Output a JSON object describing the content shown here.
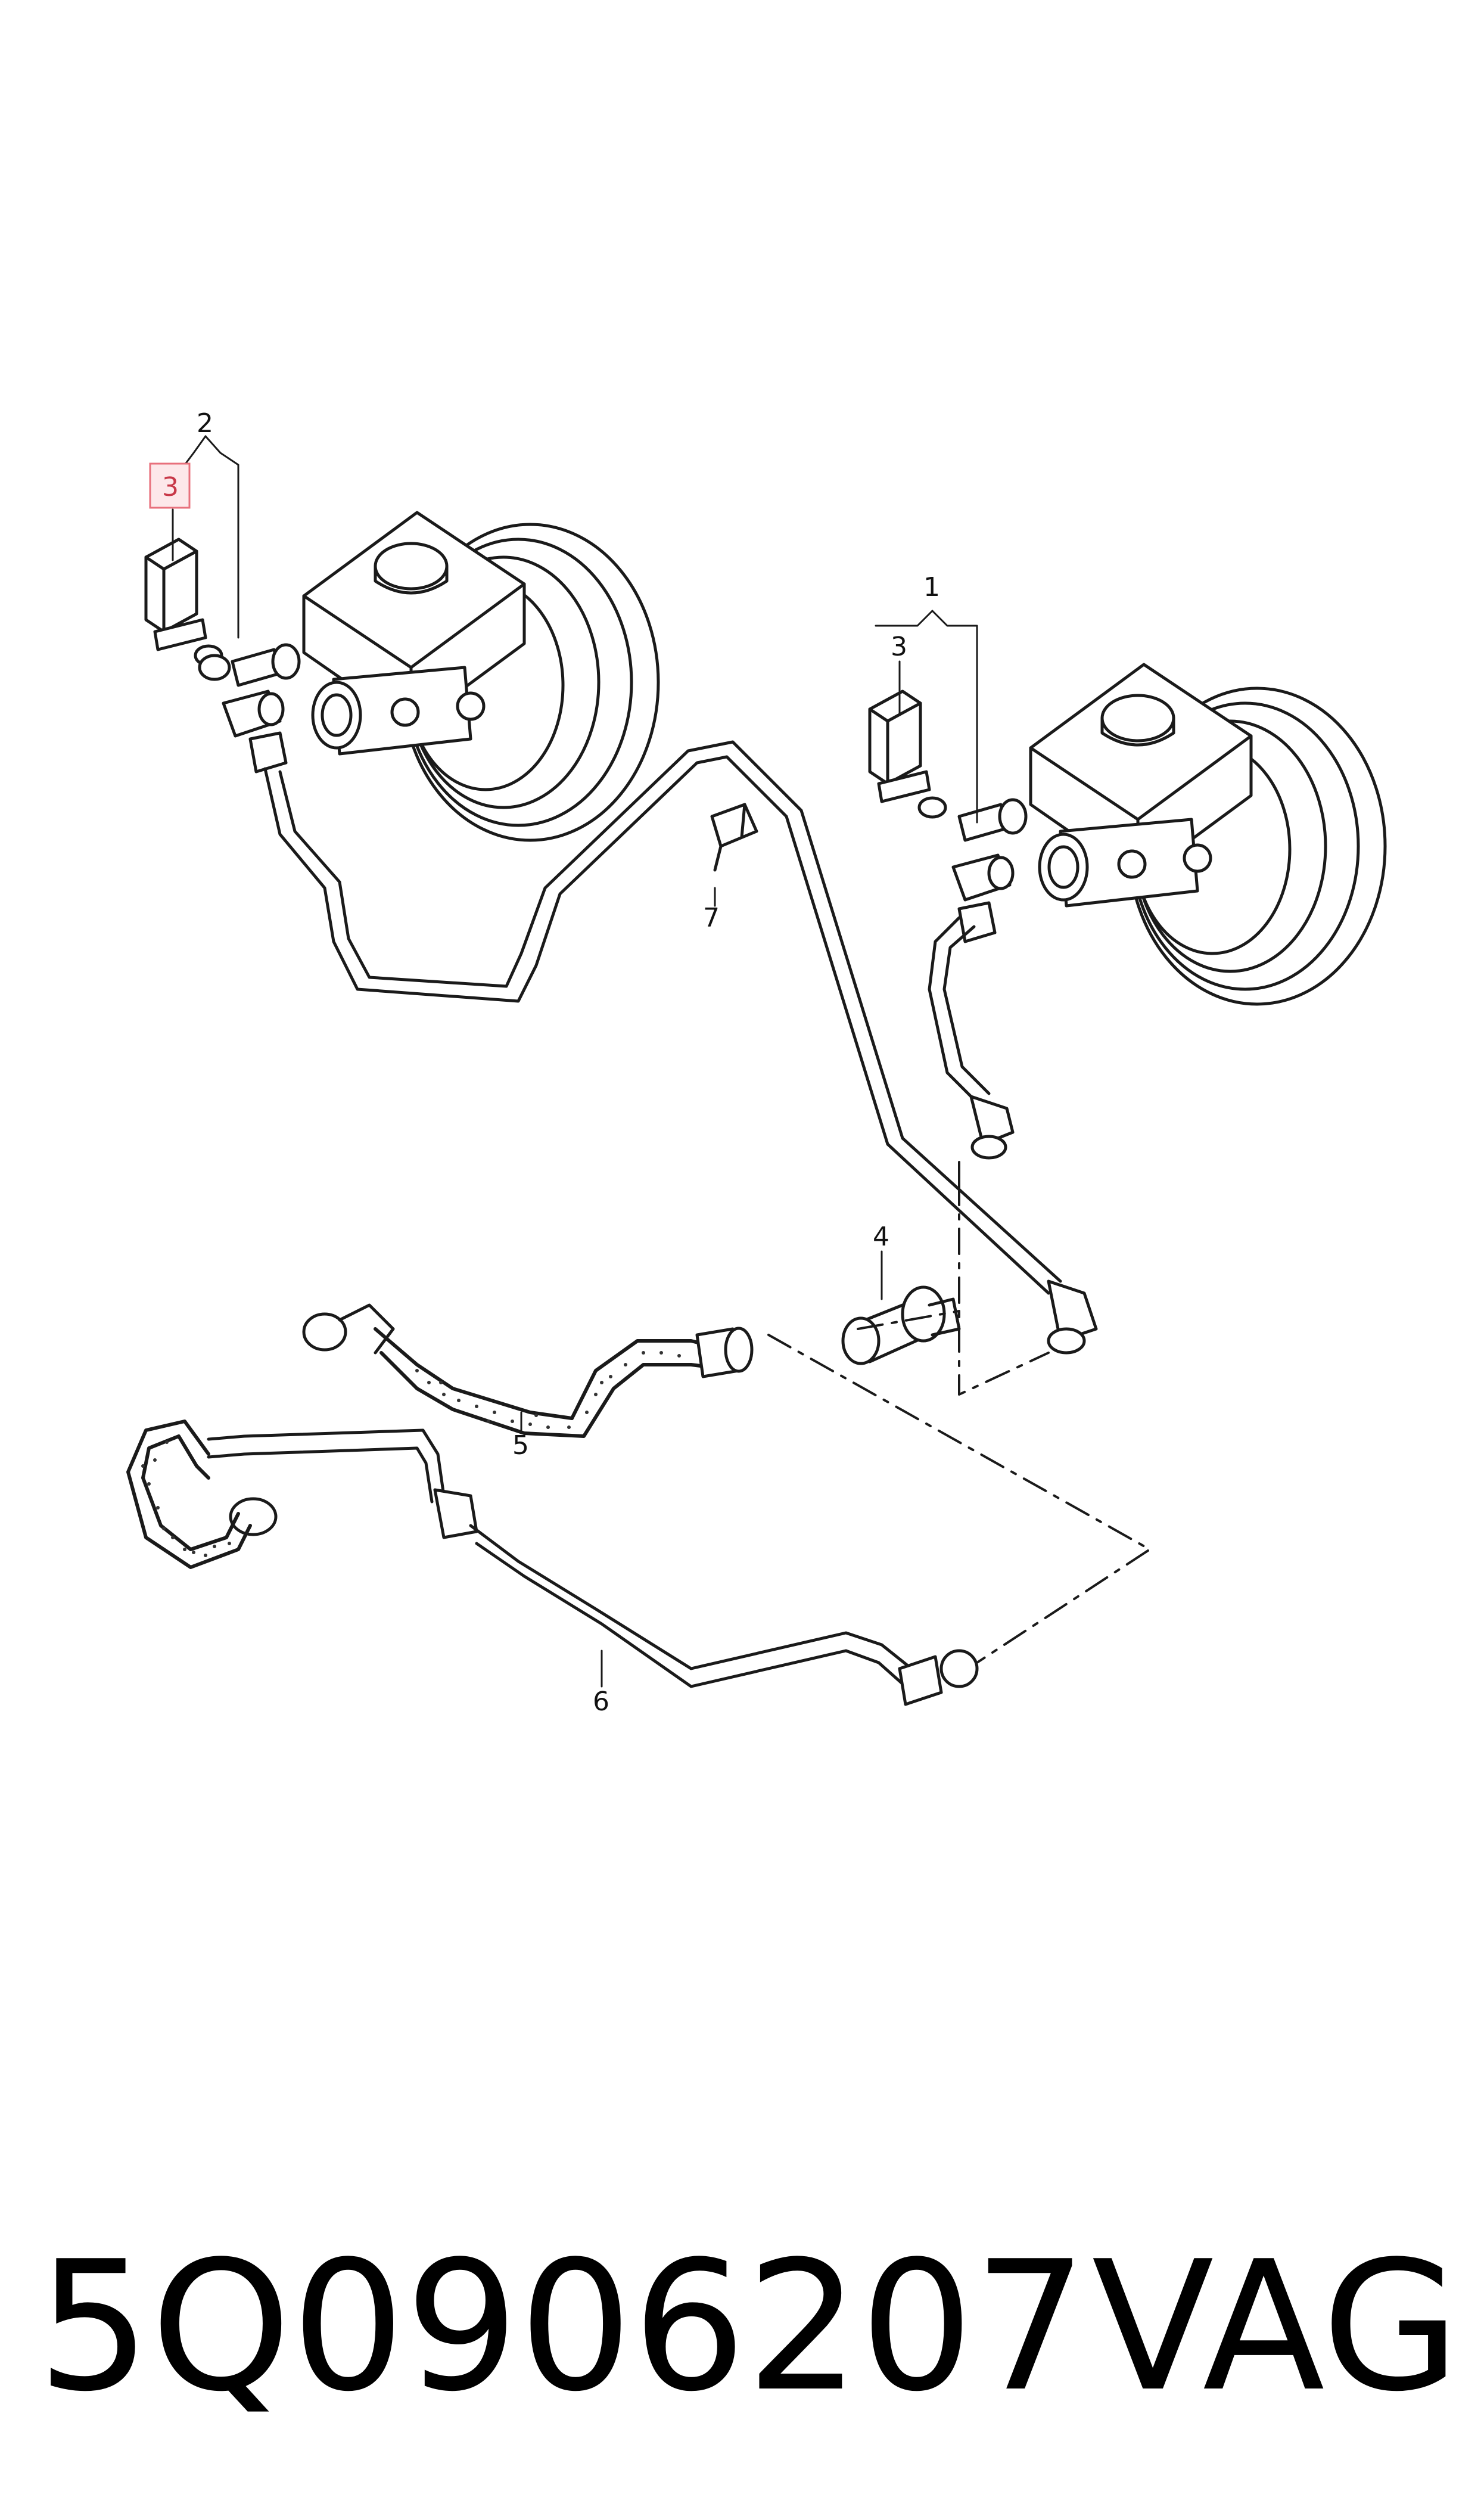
{
  "callouts": {
    "c1": "1",
    "c2": "2",
    "c3_left": "3",
    "c3_right": "3",
    "c4": "4",
    "c5": "5",
    "c6": "6",
    "c7": "7"
  },
  "highlighted_callout": "3",
  "footer": {
    "part_number": "5Q0906207",
    "brand": "VAG"
  },
  "colors": {
    "line": "#1a1a1a",
    "highlight_fill": "#fde8ea",
    "highlight_stroke": "#e8707c",
    "highlight_text": "#c83848"
  }
}
